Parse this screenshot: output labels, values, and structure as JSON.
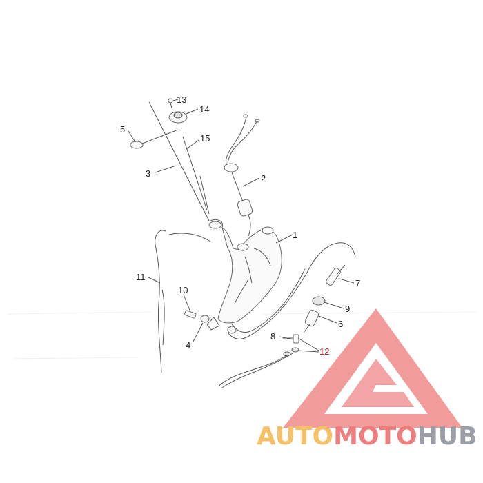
{
  "diagram": {
    "part_labels": {
      "p1": "1",
      "p2": "2",
      "p3": "3",
      "p4": "4",
      "p5": "5",
      "p6": "6",
      "p7": "7",
      "p8": "8",
      "p9": "9",
      "p10": "10",
      "p11": "11",
      "p12": "12",
      "p13": "13",
      "p14": "14",
      "p15": "15"
    }
  },
  "watermark": {
    "part1": "AUTO",
    "part2": "MOTO",
    "part3": "HUB",
    "colors": {
      "auto": "#f6c067",
      "moto": "#ef7d7d",
      "hub": "#9b9ea6",
      "logo": "#ef8a8a"
    }
  }
}
